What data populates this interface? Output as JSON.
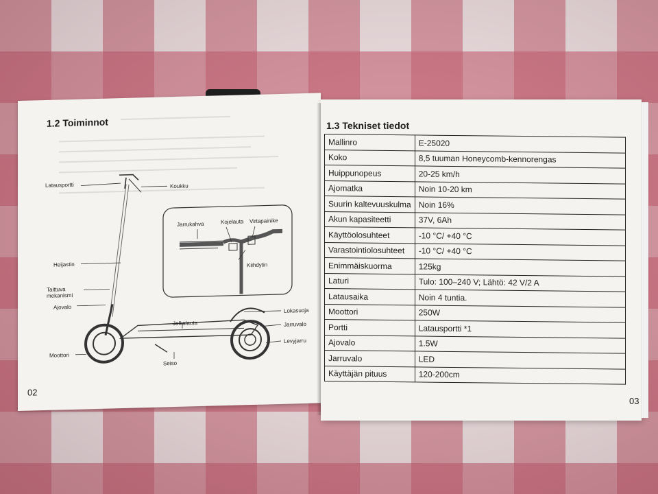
{
  "left_page": {
    "section_title": "1.2 Toiminnot",
    "page_number": "02",
    "callouts": {
      "charging_port": "Latausportti",
      "hook": "Koukku",
      "reflector": "Heijastin",
      "folding_mechanism": "Taittuva mekanismi",
      "headlight": "Ajovalo",
      "motor": "Moottori",
      "footboard": "Jalkalauta",
      "stand": "Seiso",
      "mudguard": "Lokasuoja",
      "brake_light": "Jarruvalo",
      "disc_brake": "Levyjarru"
    },
    "inset_callouts": {
      "brake_lever": "Jarrukahva",
      "dashboard": "Kojelauta",
      "power_button": "Virtapainike",
      "throttle": "Kiihdytin"
    }
  },
  "right_page": {
    "section_title": "1.3 Tekniset tiedot",
    "page_number": "03",
    "spec_table": [
      {
        "label": "Mallinro",
        "value": "E-25020"
      },
      {
        "label": "Koko",
        "value": "8,5 tuuman Honeycomb-kennorengas"
      },
      {
        "label": "Huippunopeus",
        "value": "20-25 km/h"
      },
      {
        "label": "Ajomatka",
        "value": "Noin 10-20 km"
      },
      {
        "label": "Suurin kaltevuuskulma",
        "value": "Noin 16%"
      },
      {
        "label": "Akun kapasiteetti",
        "value": "37V, 6Ah"
      },
      {
        "label": "Käyttöolosuhteet",
        "value": "-10 °C/ +40 °C"
      },
      {
        "label": "Varastointiolosuhteet",
        "value": "-10 °C/ +40 °C"
      },
      {
        "label": "Enimmäiskuorma",
        "value": "125kg"
      },
      {
        "label": "Laturi",
        "value": "Tulo: 100–240 V; Lähtö: 42 V/2 A"
      },
      {
        "label": "Latausaika",
        "value": "Noin 4 tuntia."
      },
      {
        "label": "Moottori",
        "value": "250W"
      },
      {
        "label": "Portti",
        "value": "Latausportti *1"
      },
      {
        "label": "Ajovalo",
        "value": "1.5W"
      },
      {
        "label": "Jarruvalo",
        "value": "LED"
      },
      {
        "label": "Käyttäjän pituus",
        "value": "120-200cm"
      }
    ]
  },
  "colors": {
    "paper": "#f4f3ef",
    "ink": "#1d1d1d",
    "fabric_pink": "#cd5f73",
    "fabric_light": "#f3dfe2"
  }
}
